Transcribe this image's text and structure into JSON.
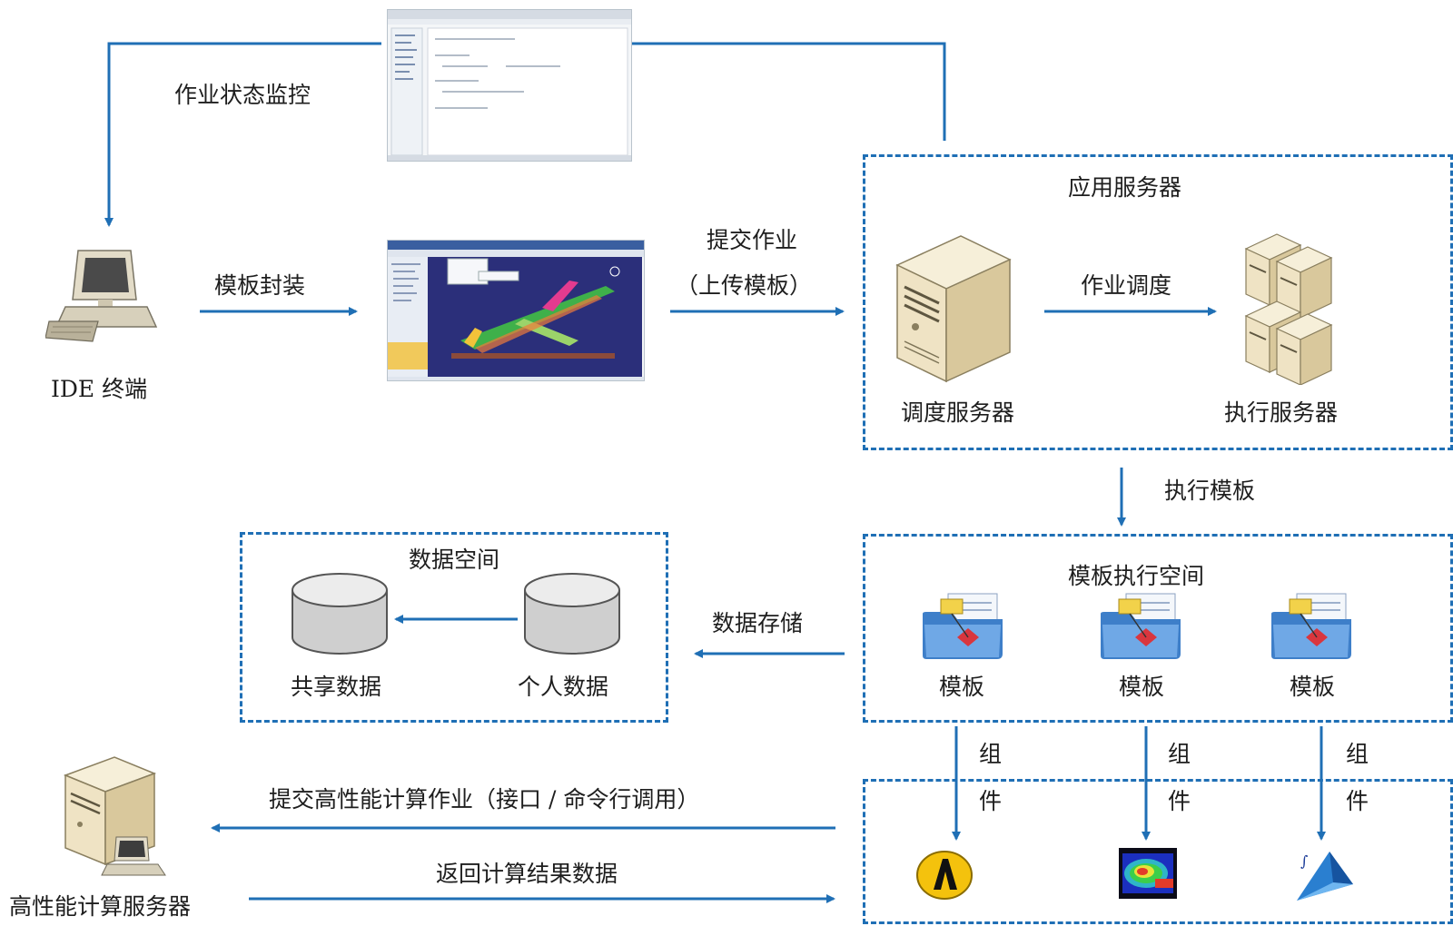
{
  "labels": {
    "monitor": "作业状态监控",
    "ide_terminal": "IDE 终端",
    "template_wrap": "模板封装",
    "submit_job": "提交作业",
    "upload_template": "（上传模板）",
    "app_server": "应用服务器",
    "job_schedule": "作业调度",
    "schedule_server": "调度服务器",
    "exec_server": "执行服务器",
    "exec_template": "执行模板",
    "data_space": "数据空间",
    "shared_data": "共享数据",
    "personal_data": "个人数据",
    "data_storage": "数据存储",
    "template_exec_space": "模板执行空间",
    "template_1": "模板",
    "template_2": "模板",
    "template_3": "模板",
    "component_1_a": "组",
    "component_1_b": "件",
    "component_2_a": "组",
    "component_2_b": "件",
    "component_3_a": "组",
    "component_3_b": "件",
    "submit_hpc": "提交高性能计算作业（接口 / 命令行调用）",
    "return_results": "返回计算结果数据",
    "hpc_server": "高性能计算服务器"
  },
  "colors": {
    "arrow": "#1f6fb5",
    "dash": "#1f6fb5",
    "server_body": "#efe3c4",
    "folder_blue": "#4a90d9",
    "airplane_bg": "#2b2f7a"
  },
  "icons": {
    "ide": "computer-terminal-icon",
    "screenshot_top": "job-monitor-screenshot",
    "screenshot_mid": "cad-airplane-screenshot",
    "schedule": "tower-server-icon",
    "exec": "server-cluster-icon",
    "db_shared": "database-cylinder-icon",
    "db_personal": "database-cylinder-icon",
    "template": "template-folder-icon",
    "comp1": "ansys-logo-icon",
    "comp2": "fluent-logo-icon",
    "comp3": "pyramid-logo-icon",
    "hpc": "hpc-server-icon"
  }
}
